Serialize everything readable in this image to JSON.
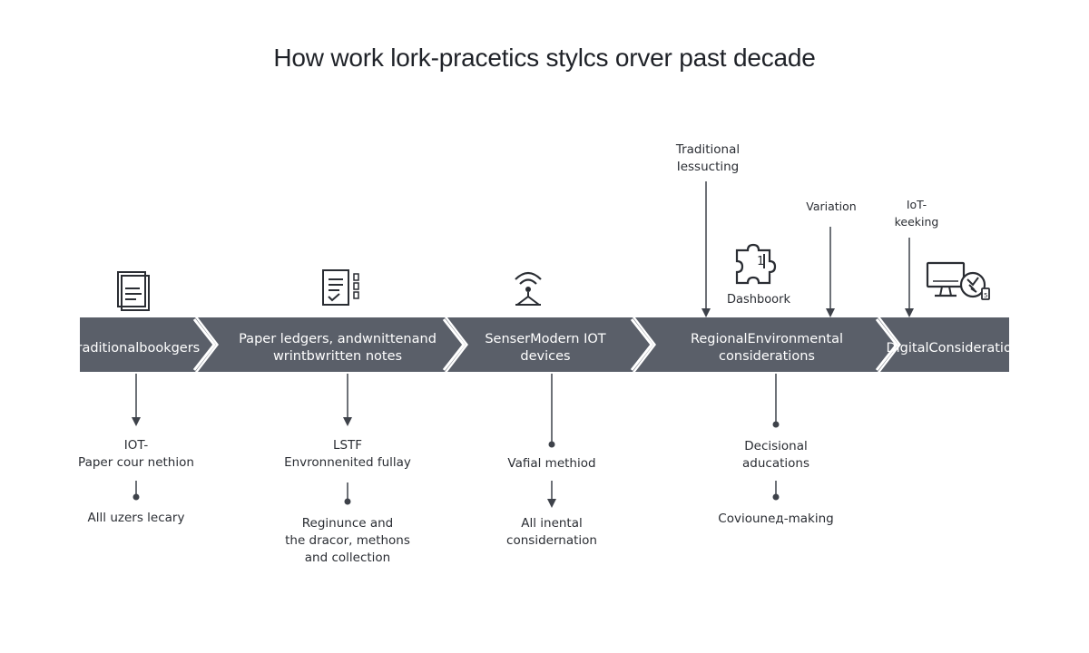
{
  "title": "How work lork-pracetics stylcs orver past decade",
  "segments": [
    {
      "line1": "Traditional",
      "line2": "bookgers"
    },
    {
      "line1": "Paper ledgers, andwnitten",
      "line2": "and wrintbwritten notes"
    },
    {
      "line1": "Senser",
      "line2": "Modern IOT devices"
    },
    {
      "line1": "Regional",
      "line2": "Environmental considerations"
    },
    {
      "line1": "Digital",
      "line2": "Considerations"
    }
  ],
  "top_callouts": {
    "traditional": {
      "line1": "Traditional",
      "line2": "Iessucting"
    },
    "variation": "Variation",
    "iot": {
      "line1": "IoT-",
      "line2": "keeking"
    },
    "dashboard": "Dashboork"
  },
  "bottom": {
    "col1": {
      "label1": {
        "line1": "IOT-",
        "line2": "Paper cour nethion"
      },
      "label2": "Alll uzers lecary"
    },
    "col2": {
      "label1": {
        "line1": "LSTF",
        "line2": "Envronnenited fullay"
      },
      "label2": {
        "line1": "Reginunce and",
        "line2": "the dracor, methons",
        "line3": "and collection"
      }
    },
    "col3": {
      "label1": "Vafial methiod",
      "label2": {
        "line1": "All inental",
        "line2": "considernation"
      }
    },
    "col4": {
      "label1": {
        "line1": "Decisional",
        "line2": "aducations"
      },
      "label2": "Coviouneд-making"
    }
  },
  "icons": [
    "document-icon",
    "checklist-icon",
    "sensor-icon",
    "puzzle-icon",
    "monitor-icon"
  ],
  "colors": {
    "band": "#5a5f69",
    "chevron_line": "#5a5f69",
    "text": "#2a2d33",
    "connector": "#3e424a"
  }
}
